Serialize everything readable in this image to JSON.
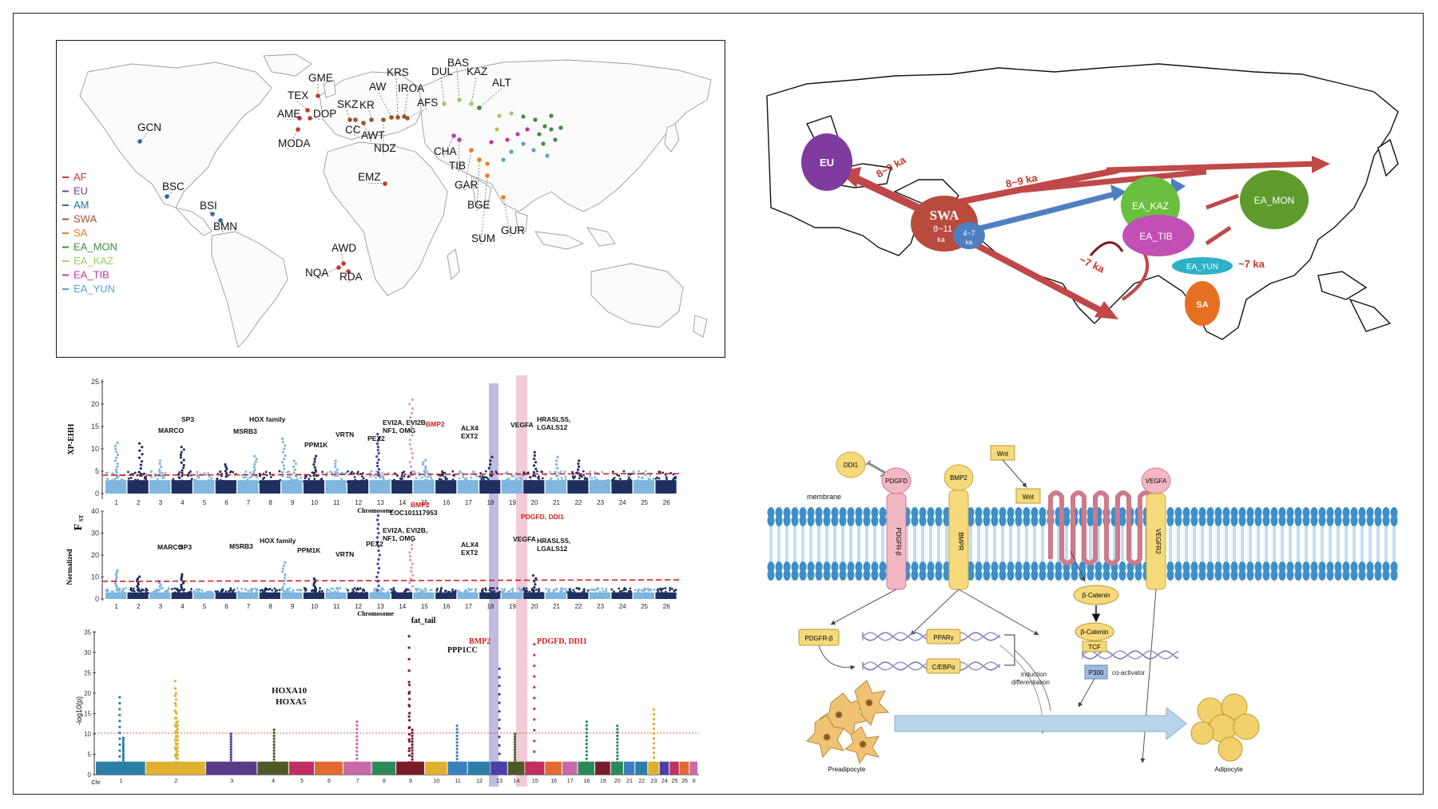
{
  "panelA": {
    "legend": [
      {
        "label": "AF",
        "color": "#c0392b"
      },
      {
        "label": "EU",
        "color": "#7d3c98"
      },
      {
        "label": "AM",
        "color": "#2e6da4"
      },
      {
        "label": "SWA",
        "color": "#a0522d"
      },
      {
        "label": "SA",
        "color": "#e67e22"
      },
      {
        "label": "EA_MON",
        "color": "#3a8f3a"
      },
      {
        "label": "EA_KAZ",
        "color": "#9acd66"
      },
      {
        "label": "EA_TIB",
        "color": "#c0399a"
      },
      {
        "label": "EA_YUN",
        "color": "#5aa0d0"
      }
    ],
    "labels": [
      "GME",
      "TEX",
      "AME",
      "DOP",
      "MODA",
      "SKZ",
      "KR",
      "AW",
      "KRS",
      "IROA",
      "AFS",
      "CC",
      "AWT",
      "NDZ",
      "DUL",
      "BAS",
      "KAZ",
      "ALT",
      "CHA",
      "TIB",
      "GAR",
      "BGE",
      "SUM",
      "GUR",
      "EMZ",
      "AWD",
      "NQA",
      "RDA",
      "GCN",
      "BSC",
      "BSI",
      "BMN"
    ]
  },
  "panelB": {
    "nodes": {
      "eu": "EU",
      "swa": "SWA",
      "swa_sub": "8~11",
      "swa_unit": "ka",
      "inner": "4~7",
      "inner_unit": "ka",
      "kaz": "EA_KAZ",
      "mon": "EA_MON",
      "tib": "EA_TIB",
      "yun": "EA_YUN",
      "sa": "SA"
    },
    "times": {
      "eu": "8~9 ka",
      "kaz": "8~9 ka",
      "sa": "~7 ka",
      "yun": "~7 ka"
    }
  },
  "panelC": {
    "xpehh": {
      "ylabel": "XP-EHH",
      "xlabel": "Chromosome",
      "yticks": [
        "0",
        "5",
        "10",
        "15",
        "20",
        "25"
      ],
      "genes": [
        "SP3",
        "MARCO",
        "HOX family",
        "MSRB3",
        "PPM1K",
        "VRTN",
        "PEX2",
        "EVI2A, EVI2B,",
        "NF1, OMG",
        "BMP2",
        "ALX4",
        "EXT2",
        "VEGFA",
        "HRASLS5,",
        "LGALS12"
      ],
      "red_gene": "PDGFD, DDI1"
    },
    "fst": {
      "ylabel1": "Normalized",
      "ylabel2": "F",
      "ylabel2_sub": "ST",
      "xlabel": "Chromosome",
      "yticks": [
        "0",
        "10",
        "20",
        "30",
        "40"
      ],
      "genes": [
        "MARCO",
        "SP3",
        "MSRB3",
        "HOX  family",
        "PPM1K",
        "VRTN",
        "PEX2",
        "EVI2A, EVI2B,",
        "NF1, OMG",
        "LOC101117953",
        "ALX4",
        "EXT2",
        "VEGFA",
        "HRASLS5,",
        "LGALS12"
      ],
      "red_genes": [
        "BMP2",
        "PDGFD, DDI1"
      ]
    },
    "gwas": {
      "title": "fat_tail",
      "ylabel": "-log10(p)",
      "yticks": [
        "0",
        "5",
        "10",
        "15",
        "20",
        "25",
        "30",
        "35"
      ],
      "genes": [
        "PPP1CC",
        "HOXA10",
        "HOXA5"
      ],
      "red_genes": [
        "BMP2",
        "PDGFD, DDI1"
      ],
      "chr_label": "Chr"
    },
    "chromosomes": [
      "1",
      "2",
      "3",
      "4",
      "5",
      "6",
      "7",
      "8",
      "9",
      "10",
      "11",
      "12",
      "13",
      "14",
      "15",
      "16",
      "17",
      "18",
      "19",
      "20",
      "21",
      "22",
      "23",
      "24",
      "25",
      "26"
    ],
    "gwas_chromosomes": [
      "1",
      "2",
      "3",
      "4",
      "5",
      "6",
      "7",
      "8",
      "9",
      "10",
      "11",
      "12",
      "13",
      "14",
      "15",
      "16",
      "17",
      "18",
      "19",
      "20",
      "21",
      "22",
      "23",
      "24",
      "25",
      "26",
      "X"
    ]
  },
  "panelD": {
    "membrane": "membrane",
    "ddi1": "DDI1",
    "pdgfd": "PDGFD",
    "pdgfrb": "PDGFR-β",
    "bmp2": "BMP2",
    "bmpr": "BMPR",
    "wnt1": "Wnt",
    "wnt2": "Wnt",
    "vegfa": "VEGFA",
    "vegfr2": "VEGFR2",
    "pdgfrb2": "PDGFR-β",
    "ppar": "PPARγ",
    "cebp": "C/EBPα",
    "catenin1": "β-Catenin",
    "catenin2": "β-Catenin",
    "tcf": "TCF",
    "p300": "P300",
    "coact": "co-activator",
    "induction1": "induction",
    "induction2": "differentiation",
    "pre": "Preadipocyte",
    "adi": "Adipocyte"
  }
}
